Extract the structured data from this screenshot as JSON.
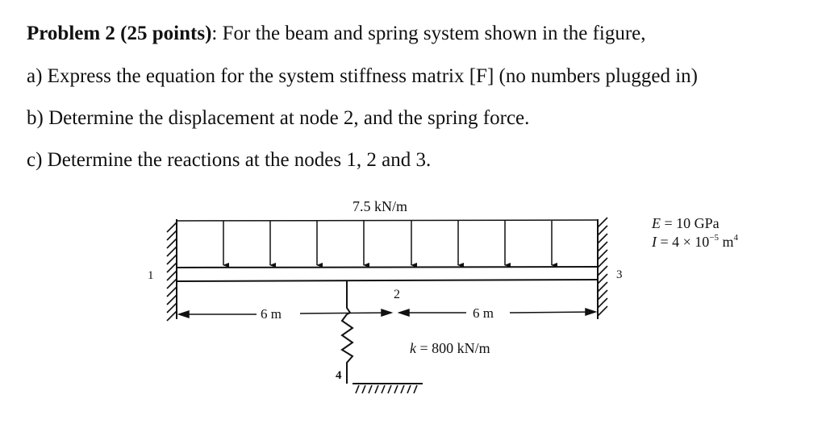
{
  "problem": {
    "heading_bold": "Problem 2 (25 points)",
    "heading_rest": ": For the beam and spring system shown in the figure,",
    "parts": [
      {
        "label": "a)",
        "text": "Express the equation for the system stiffness matrix [F] (no numbers plugged in)"
      },
      {
        "label": "b)",
        "text": "Determine the displacement at node 2, and the spring force."
      },
      {
        "label": "c)",
        "text": "Determine the reactions at the nodes 1, 2 and 3."
      }
    ]
  },
  "figure": {
    "load": "7.5 kN/m",
    "span_left": "6 m",
    "span_right": "6 m",
    "spring": "k = 800 kN/m",
    "nodes": [
      "1",
      "2",
      "3",
      "4"
    ],
    "properties": {
      "E": "E = 10 GPa",
      "I_prefix": "I = 4 × 10",
      "I_exp": "−5",
      "I_unit": " m",
      "I_unit_exp": "4"
    }
  }
}
